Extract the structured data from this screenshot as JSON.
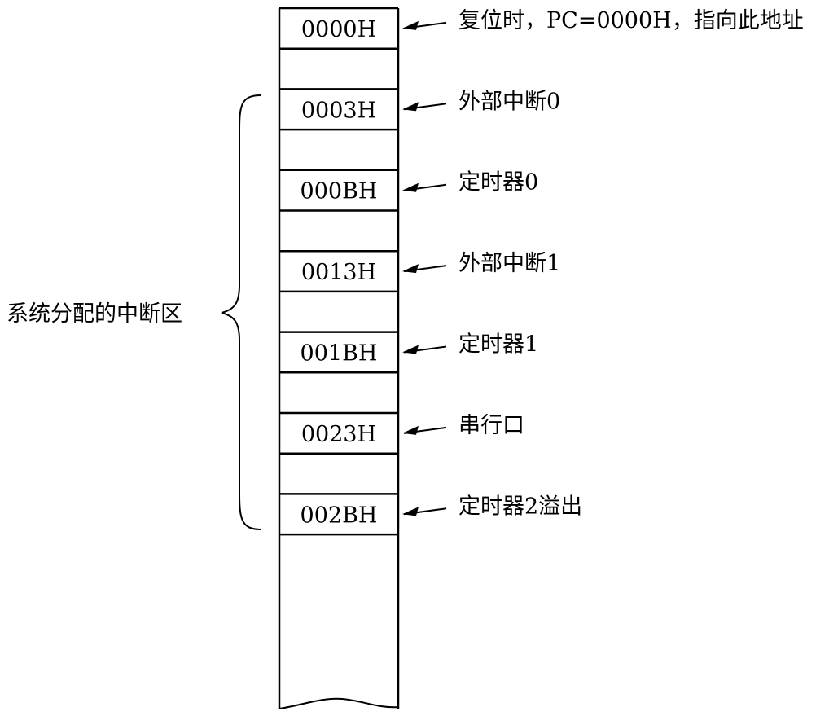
{
  "diagram": {
    "rows": [
      {
        "address": "0000H",
        "note": "复位时，PC=0000H，指向此地址"
      },
      {
        "address": "",
        "note": ""
      },
      {
        "address": "0003H",
        "note": "外部中断0"
      },
      {
        "address": "",
        "note": ""
      },
      {
        "address": "000BH",
        "note": "定时器0"
      },
      {
        "address": "",
        "note": ""
      },
      {
        "address": "0013H",
        "note": "外部中断1"
      },
      {
        "address": "",
        "note": ""
      },
      {
        "address": "001BH",
        "note": "定时器1"
      },
      {
        "address": "",
        "note": ""
      },
      {
        "address": "0023H",
        "note": "串行口"
      },
      {
        "address": "",
        "note": ""
      },
      {
        "address": "002BH",
        "note": "定时器2溢出"
      }
    ],
    "region_label": "系统分配的中断区",
    "colors": {
      "stroke": "#000000",
      "background": "#ffffff"
    }
  }
}
